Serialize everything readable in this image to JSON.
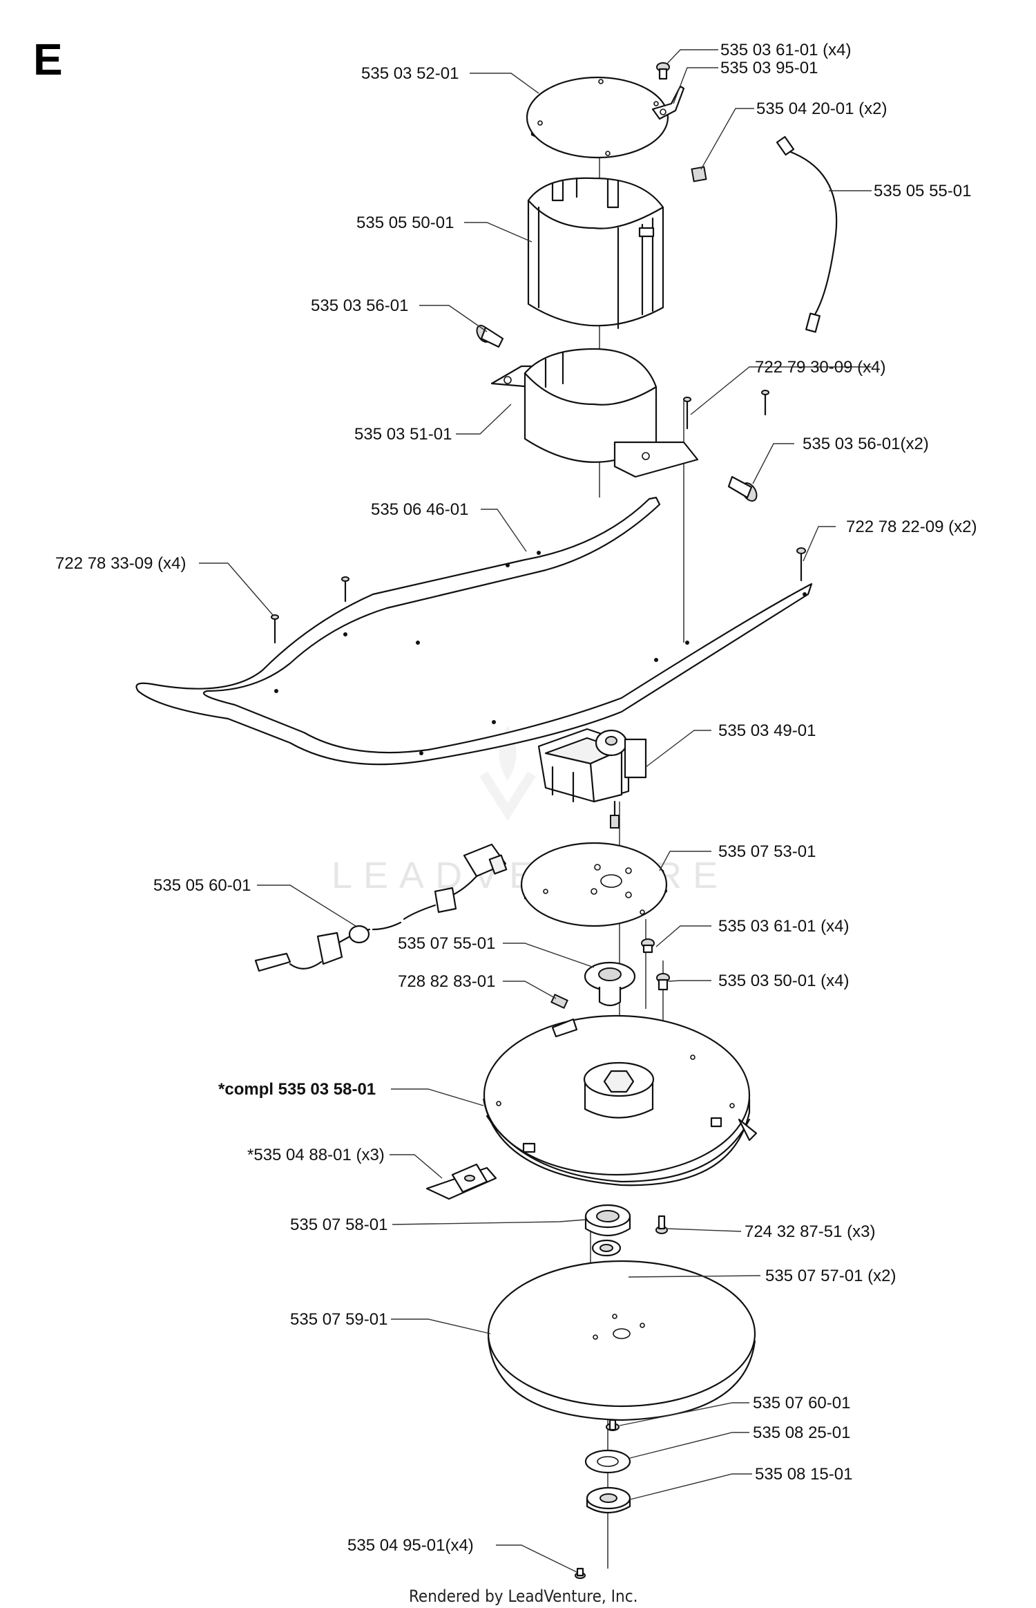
{
  "section_letter": "E",
  "footer": "Rendered by LeadVenture, Inc.",
  "watermark": "LEADVENTURE",
  "callouts": [
    {
      "id": "c01",
      "text": "535 03 61-01 (x4)"
    },
    {
      "id": "c02",
      "text": "535 03 95-01"
    },
    {
      "id": "c03",
      "text": "535 03 52-01"
    },
    {
      "id": "c04",
      "text": "535 04 20-01 (x2)"
    },
    {
      "id": "c05",
      "text": "535 05 55-01"
    },
    {
      "id": "c06",
      "text": "535 05 50-01"
    },
    {
      "id": "c07",
      "text": "535 03 56-01"
    },
    {
      "id": "c08",
      "text": "722 79 30-09 (x4)"
    },
    {
      "id": "c09",
      "text": "535 03 51-01"
    },
    {
      "id": "c10",
      "text": "535 03 56-01(x2)"
    },
    {
      "id": "c11",
      "text": "535 06 46-01"
    },
    {
      "id": "c12",
      "text": "722 78 22-09 (x2)"
    },
    {
      "id": "c13",
      "text": "722 78 33-09 (x4)"
    },
    {
      "id": "c14",
      "text": "535 03 49-01"
    },
    {
      "id": "c15",
      "text": "535 07 53-01"
    },
    {
      "id": "c16",
      "text": "535 05 60-01"
    },
    {
      "id": "c17",
      "text": "535 03 61-01 (x4)"
    },
    {
      "id": "c18",
      "text": "535 07 55-01"
    },
    {
      "id": "c19",
      "text": "728 82 83-01"
    },
    {
      "id": "c20",
      "text": "535 03 50-01 (x4)"
    },
    {
      "id": "c21",
      "text": "*compl 535 03 58-01"
    },
    {
      "id": "c22",
      "text": "*535 04 88-01 (x3)"
    },
    {
      "id": "c23",
      "text": "535 07 58-01"
    },
    {
      "id": "c24",
      "text": "724 32 87-51 (x3)"
    },
    {
      "id": "c25",
      "text": "535 07 57-01 (x2)"
    },
    {
      "id": "c26",
      "text": "535 07 59-01"
    },
    {
      "id": "c27",
      "text": "535 07 60-01"
    },
    {
      "id": "c28",
      "text": "535 08 25-01"
    },
    {
      "id": "c29",
      "text": "535 08 15-01"
    },
    {
      "id": "c30",
      "text": "535 04 95-01(x4)"
    }
  ]
}
